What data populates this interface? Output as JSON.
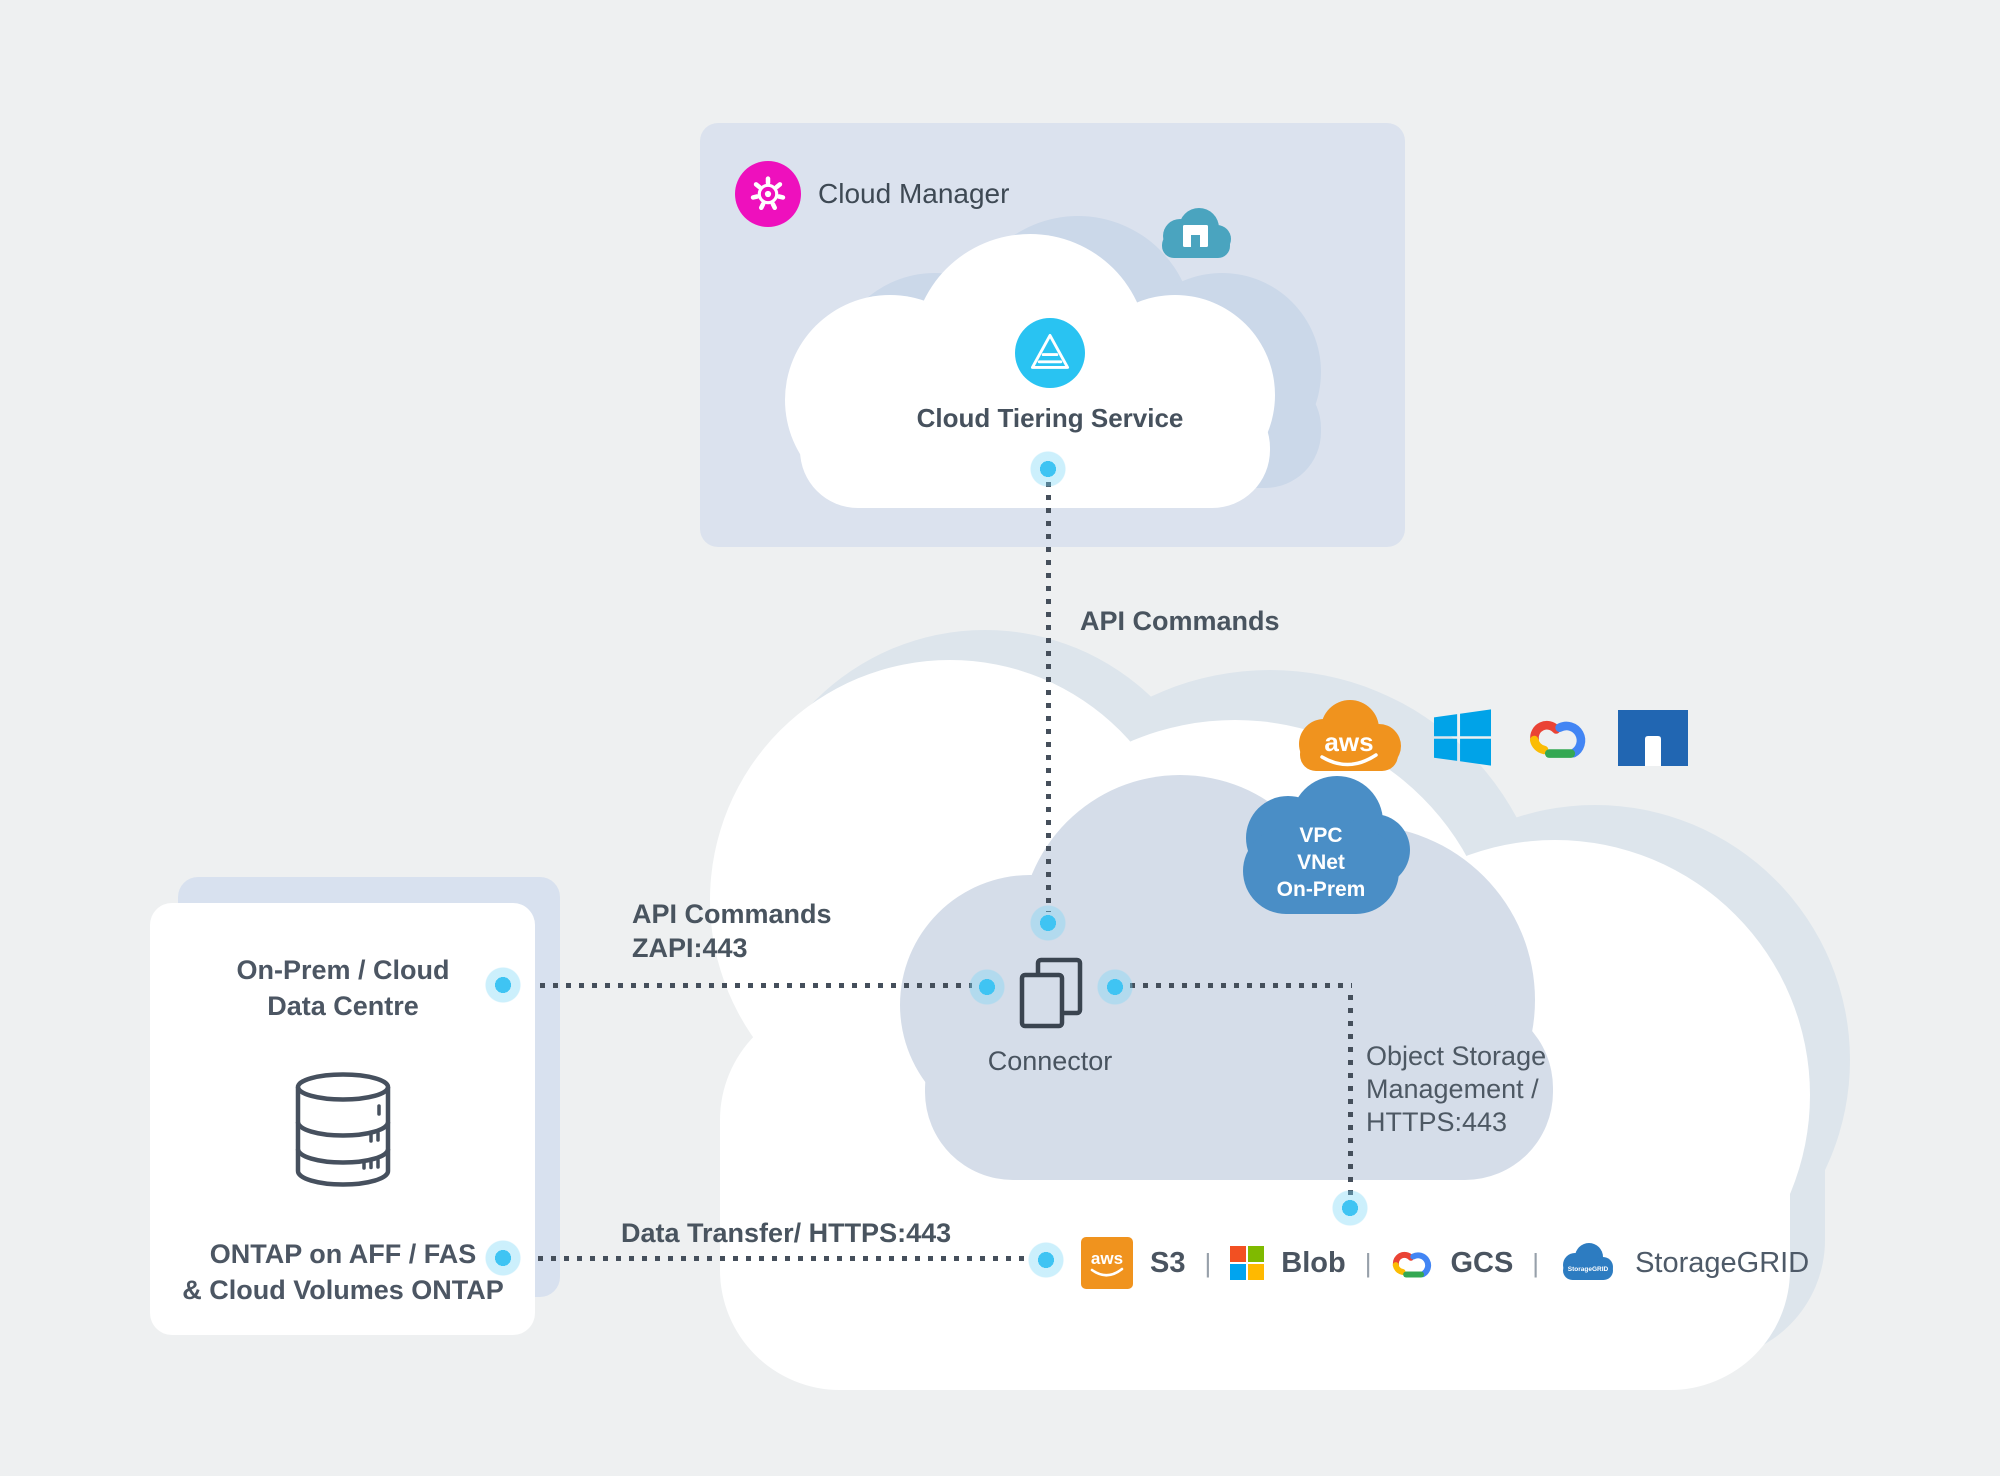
{
  "colors": {
    "page_background": "#eef0f1",
    "panel_background": "#dbe2ee",
    "inner_cloud": "#d5dde9",
    "accent_cyan": "#29c3f2",
    "magenta": "#ee10bd",
    "vpc_blue": "#4a8ec6",
    "netapp_blue": "#2166b2",
    "netapp_teal": "#4aa4bf",
    "aws_orange": "#f0931e",
    "windows_blue": "#00a3e8",
    "storagegrid_blue": "#2d7cc1",
    "text": "#49545f",
    "dotted_line": "#454f5b"
  },
  "cloud_manager": {
    "title": "Cloud Manager",
    "service_label": "Cloud Tiering Service"
  },
  "labels": {
    "api_commands": "API Commands",
    "api_zapi_line1": "API Commands",
    "api_zapi_line2": "ZAPI:443",
    "data_transfer": "Data Transfer/ HTTPS:443",
    "object_storage_line1": "Object Storage",
    "object_storage_line2": "Management /",
    "object_storage_line3": "HTTPS:443"
  },
  "onprem_box": {
    "title_line1": "On-Prem / Cloud",
    "title_line2": "Data Centre",
    "footer_line1": "ONTAP on AFF / FAS",
    "footer_line2": "& Cloud Volumes ONTAP"
  },
  "network_cloud": {
    "connector_label": "Connector",
    "vpc_lines": [
      "VPC",
      "VNet",
      "On-Prem"
    ],
    "provider_logos": [
      "aws-icon",
      "microsoft-azure-icon",
      "google-cloud-icon",
      "netapp-icon"
    ]
  },
  "storage_row": {
    "separator": "|",
    "items": [
      {
        "icon": "aws-s3-icon",
        "label": "S3"
      },
      {
        "icon": "azure-blob-icon",
        "label": "Blob"
      },
      {
        "icon": "google-cloud-storage-icon",
        "label": "GCS"
      },
      {
        "icon": "netapp-storagegrid-icon",
        "label": "StorageGRID"
      }
    ]
  },
  "logo_texts": {
    "aws_cloud": "aws",
    "aws_square": "aws",
    "storagegrid_mark": "StorageGRID"
  }
}
